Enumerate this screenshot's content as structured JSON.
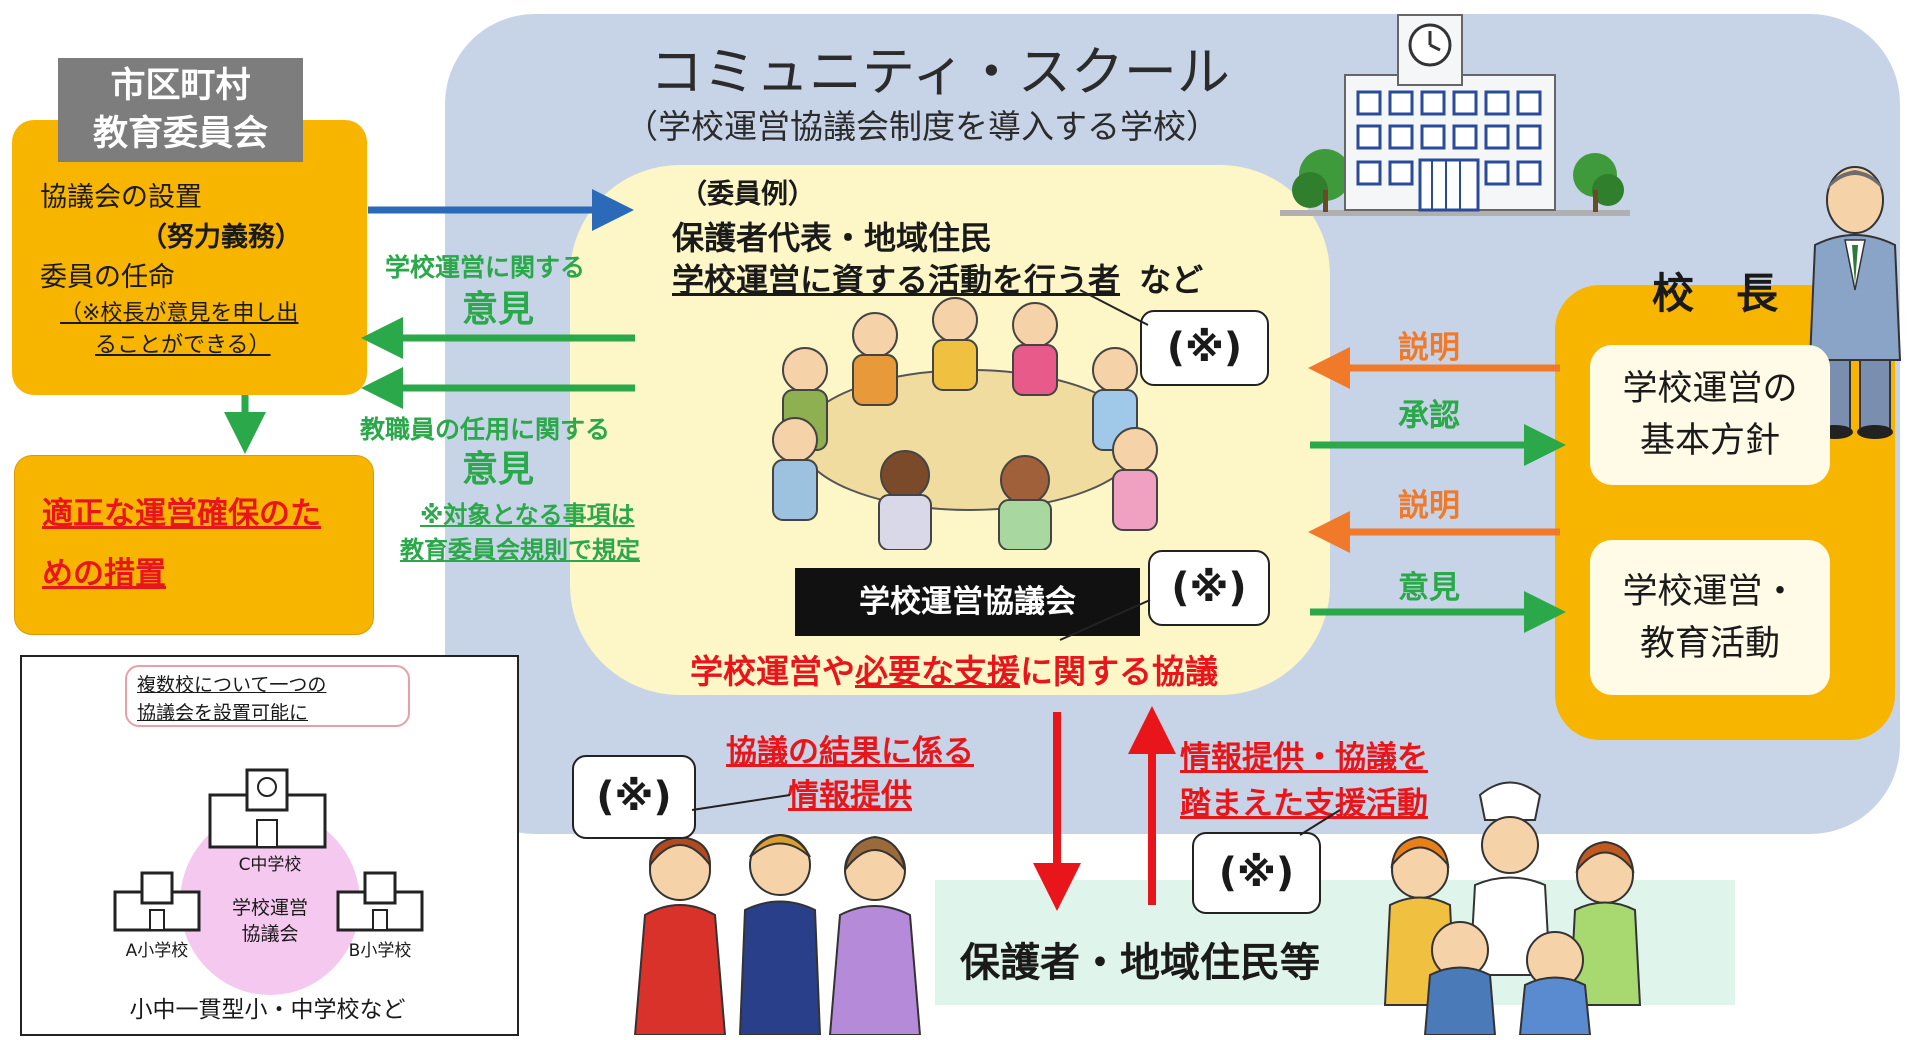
{
  "board": {
    "title_line1": "市区町村",
    "title_line2": "教育委員会",
    "item1": "協議会の設置",
    "item1_note": "（努力義務）",
    "item2": "委員の任命",
    "item2_note_line1": "（※校長が意見を申し出",
    "item2_note_line2": "ることができる）"
  },
  "measures": {
    "line1": "適正な運営確保のた",
    "line2": "めの措置"
  },
  "opinion_school": {
    "label": "学校運営に関する",
    "word": "意見"
  },
  "opinion_staff": {
    "label": "教職員の任用に関する",
    "word": "意見",
    "note_line1": "※対象となる事項は",
    "note_line2": "教育委員会規則で規定"
  },
  "cs": {
    "title": "コミュニティ・スクール",
    "subtitle": "（学校運営協議会制度を導入する学校）"
  },
  "council": {
    "members_heading": "（委員例）",
    "members_line1": "保護者代表・地域住民",
    "members_line2_underlined": "学校運営に資する活動を行う者",
    "members_line2_rest": "など",
    "name": "学校運営協議会",
    "discussion_part1": "学校運営や",
    "discussion_part2": "必要な支援",
    "discussion_part3": "に関する協議"
  },
  "callout_mark": "(※)",
  "principal": {
    "title": "校　長",
    "box1_line1": "学校運営の",
    "box1_line2": "基本方針",
    "box2_line1": "学校運営・",
    "box2_line2": "教育活動"
  },
  "flows": {
    "explain1": "説明",
    "approve": "承認",
    "explain2": "説明",
    "opinion": "意見"
  },
  "info_result": {
    "line1": "協議の結果に係る",
    "line2": "情報提供"
  },
  "info_support": {
    "line1": "情報提供・協議を",
    "line2": "踏まえた支援活動"
  },
  "community": {
    "label": "保護者・地域住民等"
  },
  "multi": {
    "bubble_line1": "複数校について一つの",
    "bubble_line2": "協議会を設置可能に",
    "school_c": "C中学校",
    "school_a": "A小学校",
    "school_b": "B小学校",
    "council_line1": "学校運営",
    "council_line2": "協議会",
    "caption": "小中一貫型小・中学校など"
  },
  "colors": {
    "board_orange": "#f8b500",
    "cs_blue": "#c7d3e6",
    "council_cream": "#fdf6c6",
    "arrow_green": "#2aa84a",
    "arrow_orange": "#f07a2a",
    "arrow_red": "#e8161b",
    "arrow_blue": "#2a6ab8",
    "community_mint": "#dff4ea"
  }
}
